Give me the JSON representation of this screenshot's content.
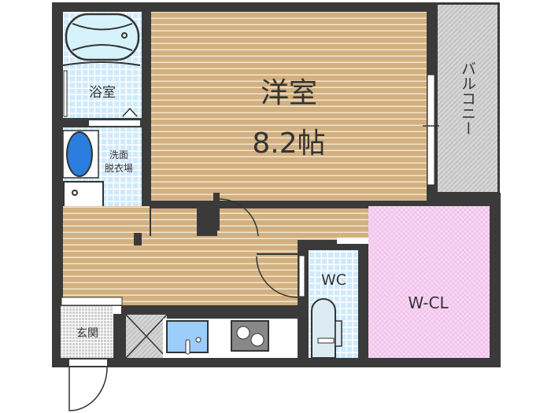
{
  "rooms": {
    "western_room": {
      "name": "洋室",
      "size": "8.2帖"
    },
    "bathroom": {
      "name": "浴室"
    },
    "washroom": {
      "line1": "洗面",
      "line2": "脱衣場"
    },
    "balcony": {
      "name": "バルコニー"
    },
    "toilet": {
      "name": "WC"
    },
    "closet": {
      "name": "W-CL"
    },
    "entrance": {
      "name": "玄関"
    }
  },
  "colors": {
    "wall": "#3a3a3a",
    "floor": "#d2b080",
    "wet_area": "#d6efff",
    "closet": "#f8d4f2",
    "balcony": "#cfcfcf"
  }
}
